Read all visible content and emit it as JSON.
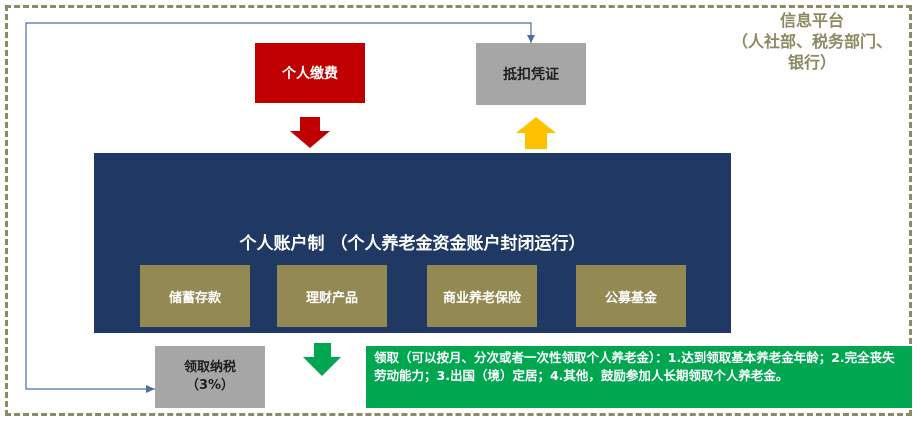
{
  "platform": {
    "line1": "信息平台",
    "line2": "（人社部、税务部门、",
    "line3": "银行）"
  },
  "boxes": {
    "payment": "个人缴费",
    "deduction": "抵扣凭证",
    "main_title": "个人账户制 （个人养老金资金账户封闭运行）",
    "products": [
      "储蓄存款",
      "理财产品",
      "商业养老保险",
      "公募基金"
    ],
    "tax_line1": "领取纳税",
    "tax_line2": "（3%）",
    "note": "领取（可以按月、分次或者一次性领取个人养老金）：1.达到领取基本养老金年龄；2.完全丧失劳动能力；3.出国（境）定居；4.其他，鼓励参加人长期领取个人养老金。"
  },
  "colors": {
    "payment_red": "#c00000",
    "panel_navy": "#1f3864",
    "product_olive": "#938953",
    "gray": "#a6a6a6",
    "note_green": "#00a650",
    "down_arrow_red": "#c00000",
    "up_arrow_gold": "#ffc000",
    "down_arrow_green": "#00a650",
    "frame_olive": "#8c8a62",
    "flow_line_blue": "#4a6fa5"
  }
}
